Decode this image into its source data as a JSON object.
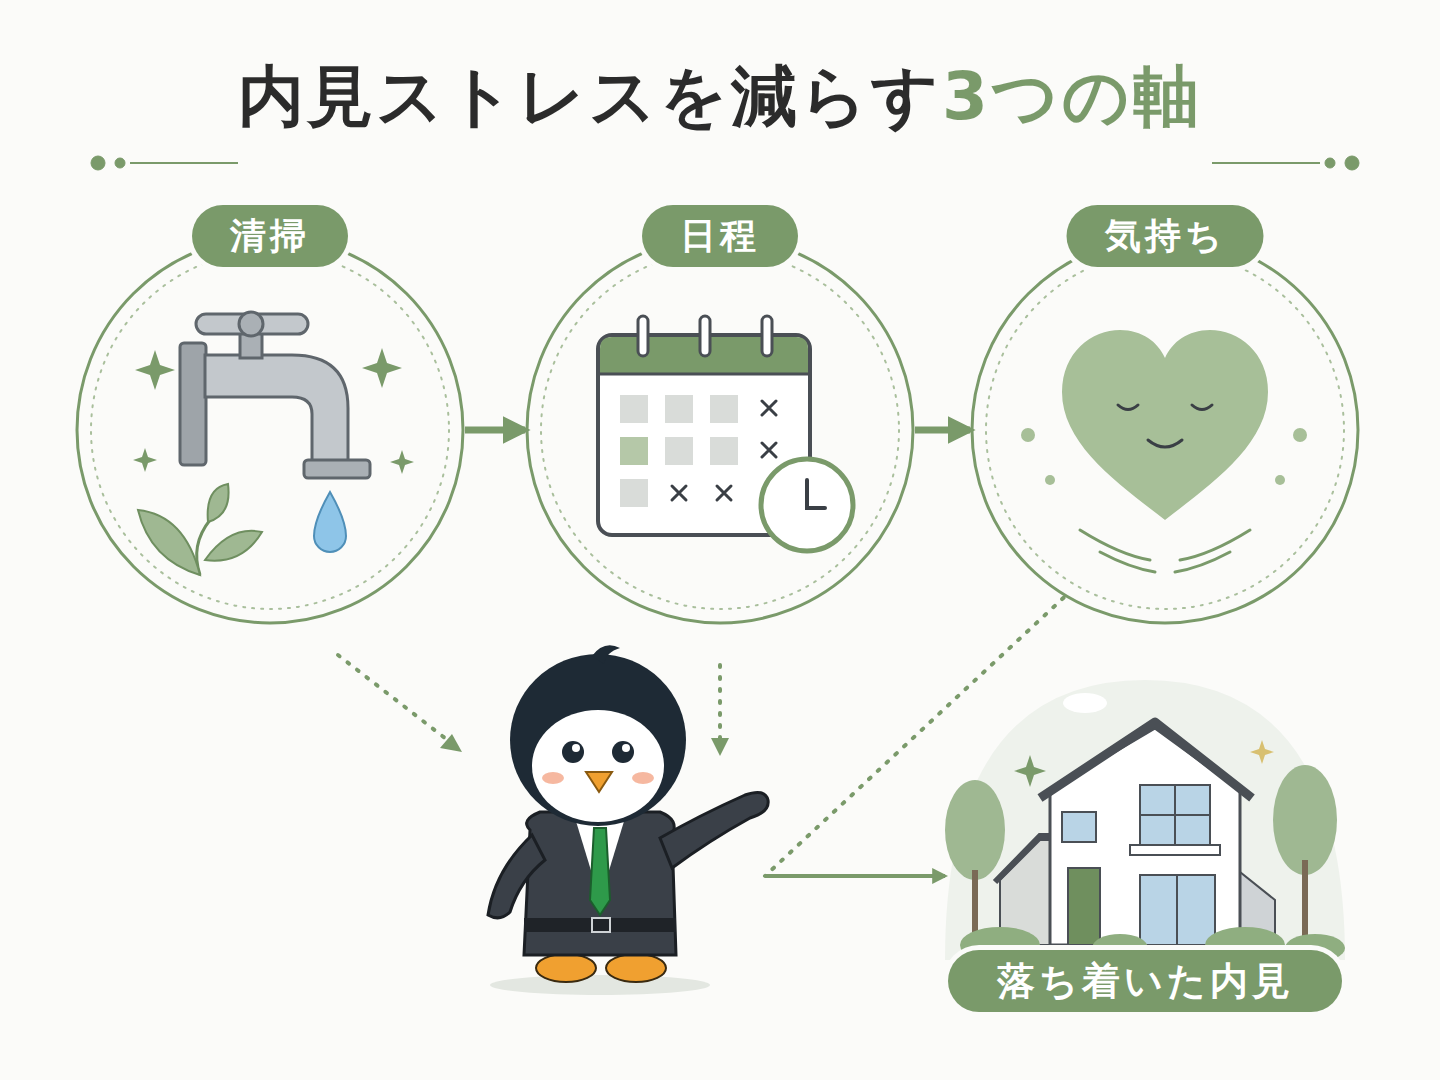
{
  "diagram": {
    "title": "内見ストレスを減らす3つの軸",
    "nodes": [
      {
        "text": [
          "清掃"
        ]
      },
      {
        "text": [
          "日程"
        ]
      },
      {
        "text": [
          "気持ち"
        ]
      },
      {
        "text": [
          "落ち着いた内見"
        ]
      }
    ],
    "edges": [
      {
        "from": 0,
        "to": 1,
        "arrow": "to"
      },
      {
        "from": 1,
        "to": 2,
        "arrow": "to"
      },
      {
        "from": 2,
        "to": 3,
        "arrow": "to"
      }
    ]
  }
}
